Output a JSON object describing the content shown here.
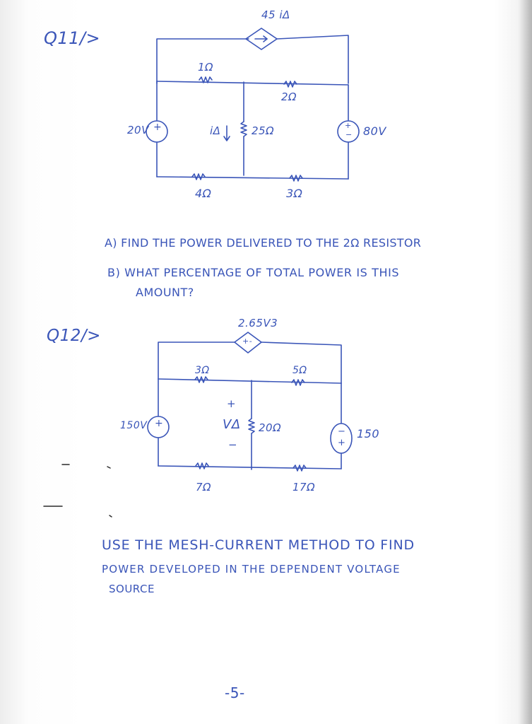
{
  "q11": {
    "label": "Q11/>",
    "dep_source": "45 iΔ",
    "dep_source_arrow": "→",
    "r1": "1Ω",
    "r2": "2Ω",
    "r25": "25Ω",
    "r4": "4Ω",
    "r3": "3Ω",
    "v_left": "20V",
    "v_right": "80V",
    "branch_current": "iΔ",
    "v_left_sign_top": "+",
    "v_right_sign_top": "+",
    "v_right_sign_bottom": "−",
    "question_a": "A) FIND THE POWER DELIVERED TO THE 2Ω RESISTOR",
    "question_b_line1": "B) WHAT PERCENTAGE OF TOTAL POWER IS THIS",
    "question_b_line2": "AMOUNT?"
  },
  "q12": {
    "label": "Q12/>",
    "dep_source": "2.65V3",
    "dep_source_sign": "+-",
    "r3": "3Ω",
    "r5": "5Ω",
    "r20": "20Ω",
    "r7": "7Ω",
    "r17": "17Ω",
    "v_left": "150V",
    "v_right": "150",
    "vdelta": "VΔ",
    "vdelta_plus": "+",
    "vdelta_minus": "−",
    "v_left_sign": "+",
    "v_right_sign_top": "−",
    "v_right_sign_bottom": "+",
    "instruction_line1": "USE THE MESH-CURRENT METHOD TO FIND",
    "instruction_line2": "POWER DEVELOPED IN THE DEPENDENT VOLTAGE",
    "instruction_line3": "SOURCE"
  },
  "page_number": "-5-"
}
